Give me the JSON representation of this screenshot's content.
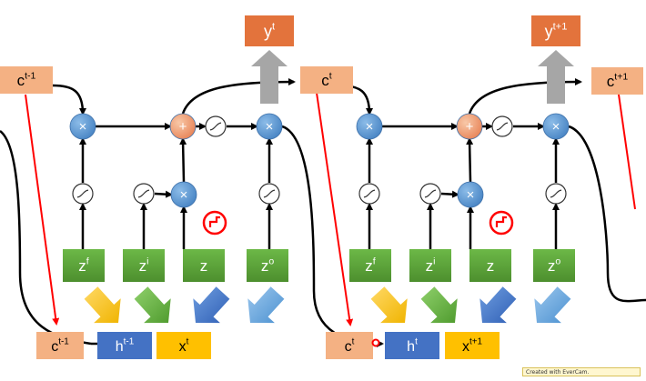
{
  "cells": [
    {
      "name": "cell-1",
      "c_prev": {
        "base": "c",
        "sup": "t-1"
      },
      "c_out": {
        "base": "c",
        "sup": "t"
      },
      "y_out": {
        "base": "y",
        "sup": "t"
      },
      "h_in": {
        "base": "h",
        "sup": "t-1"
      },
      "x_in": {
        "base": "x",
        "sup": "t"
      },
      "c_bottom": {
        "base": "c",
        "sup": "t-1"
      },
      "z_blocks": [
        {
          "base": "z",
          "sup": "f"
        },
        {
          "base": "z",
          "sup": "i"
        },
        {
          "base": "z",
          "sup": ""
        },
        {
          "base": "z",
          "sup": "o"
        }
      ]
    },
    {
      "name": "cell-2",
      "c_prev": {
        "base": "c",
        "sup": "t"
      },
      "c_out": {
        "base": "c",
        "sup": "t+1"
      },
      "y_out": {
        "base": "y",
        "sup": "t+1"
      },
      "h_in": {
        "base": "h",
        "sup": "t"
      },
      "x_in": {
        "base": "x",
        "sup": "t+1"
      },
      "c_bottom": {
        "base": "c",
        "sup": "t"
      },
      "z_blocks": [
        {
          "base": "z",
          "sup": "f"
        },
        {
          "base": "z",
          "sup": "i"
        },
        {
          "base": "z",
          "sup": ""
        },
        {
          "base": "z",
          "sup": "o"
        }
      ]
    }
  ],
  "symbols": {
    "multiply": "×",
    "add": "+",
    "sigmoid": "∫"
  },
  "watermark": "Created with EverCam.",
  "colors": {
    "green_block": "#5aa237",
    "orange_box": "#f4b183",
    "orange_top": "#e3733c",
    "blue_circle": "#5b9bd5",
    "blue_h": "#4472c4",
    "yellow_x": "#ffc000",
    "red_line": "#ff0000",
    "gray_arrow": "#a6a6a6"
  },
  "icons": [
    "multiply-node-icon",
    "add-node-icon",
    "sigmoid-icon",
    "activation-warning-icon",
    "input-arrow-icon",
    "output-arrow-icon"
  ]
}
